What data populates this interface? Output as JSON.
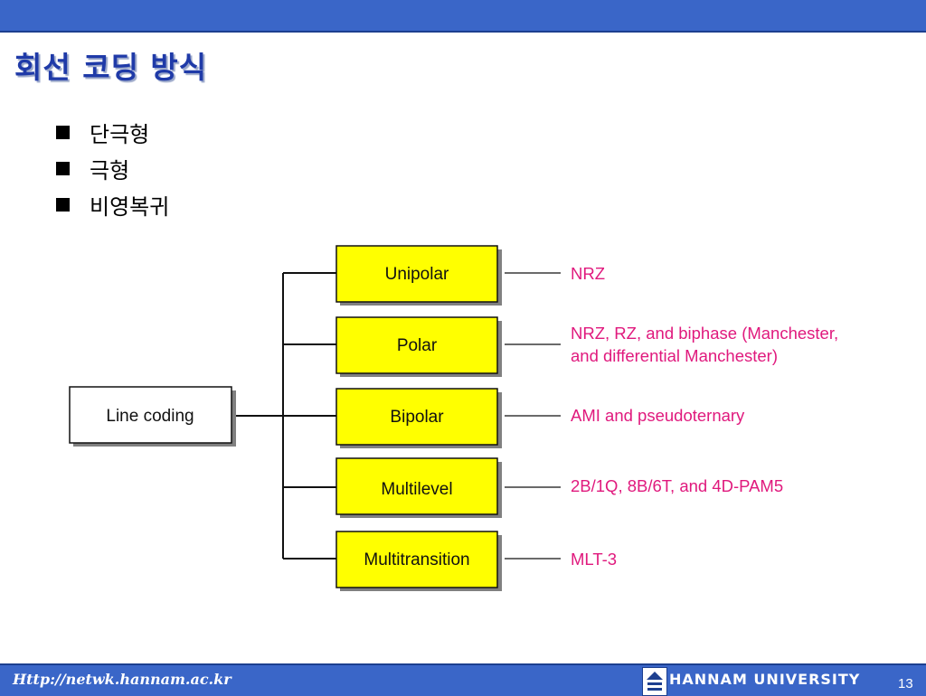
{
  "slide": {
    "title": "회선 코딩 방식",
    "bullets": [
      "단극형",
      "극형",
      "비영복귀"
    ]
  },
  "diagram": {
    "root": "Line coding",
    "categories": [
      {
        "label": "Unipolar",
        "desc": [
          "NRZ"
        ]
      },
      {
        "label": "Polar",
        "desc": [
          "NRZ, RZ, and biphase (Manchester,",
          "and differential Manchester)"
        ]
      },
      {
        "label": "Bipolar",
        "desc": [
          "AMI and pseudoternary"
        ]
      },
      {
        "label": "Multilevel",
        "desc": [
          "2B/1Q,  8B/6T, and 4D-PAM5"
        ]
      },
      {
        "label": "Multitransition",
        "desc": [
          "MLT-3"
        ]
      }
    ],
    "colors": {
      "box_fill": "#ffff00",
      "desc_text": "#e0197d",
      "accent": "#3a66c8"
    }
  },
  "footer": {
    "url": "Http://netwk.hannam.ac.kr",
    "university": "HANNAM  UNIVERSITY",
    "page_number": "13",
    "logo_icon": "hannam-university-logo-icon"
  }
}
